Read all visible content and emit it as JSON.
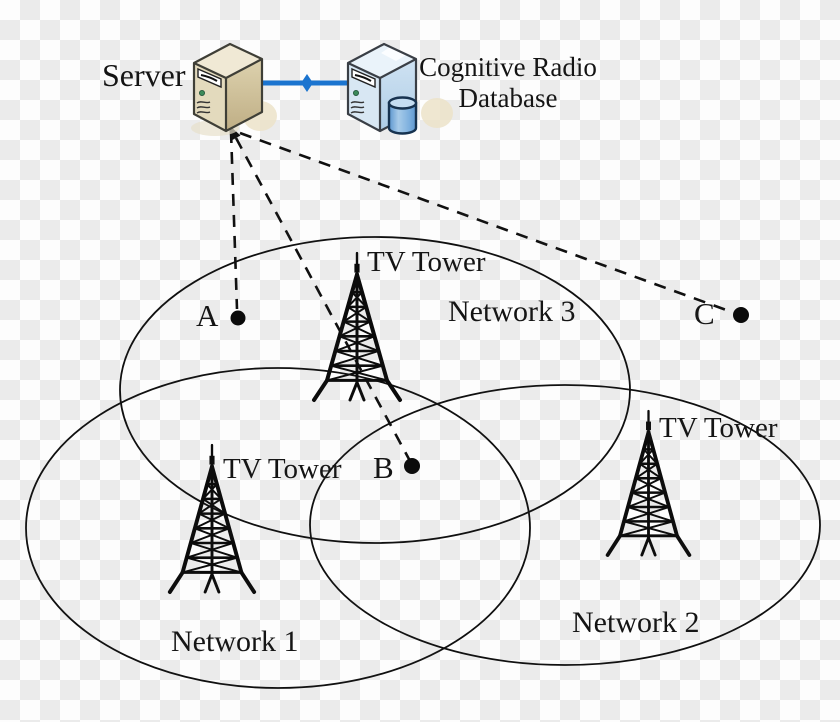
{
  "header": {
    "server_label": "Server",
    "database_label_line1": "Cognitive Radio",
    "database_label_line2": "Database"
  },
  "networks": [
    {
      "name": "Network 1",
      "tower_label": "TV Tower"
    },
    {
      "name": "Network 2",
      "tower_label": "TV Tower"
    },
    {
      "name": "Network 3",
      "tower_label": "TV Tower"
    }
  ],
  "points": [
    {
      "label": "A"
    },
    {
      "label": "B"
    },
    {
      "label": "C"
    }
  ],
  "icons": {
    "server": "server-computer-icon",
    "database": "database-server-icon",
    "tower": "tv-tower-icon",
    "connector_midpoint": "diamond-node-icon"
  },
  "colors": {
    "connector_blue": "#1b74cf",
    "diagram_black": "#111111",
    "checker_light": "#fdfdfd",
    "checker_dark": "#ebebeb",
    "server_body_tan": "#e3dabd",
    "database_body_blue": "#d8e7f3",
    "database_cylinder_blue": "#6ea3d8"
  }
}
